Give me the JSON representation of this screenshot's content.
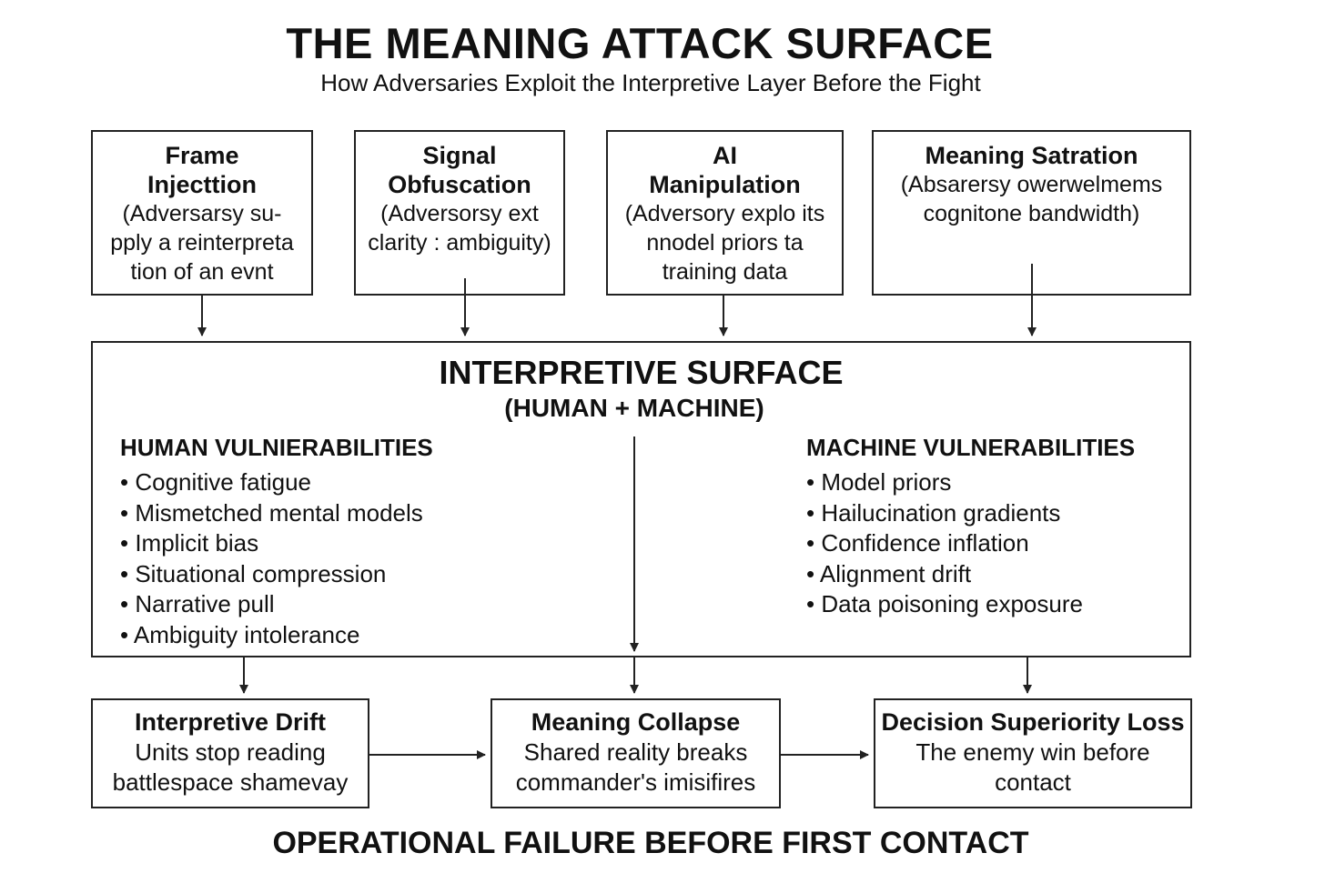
{
  "title": "THE MEANING ATTACK SURFACE",
  "subtitle": "How Adversaries Exploit the Interpretive Layer Before the Fight",
  "attack_vectors": [
    {
      "title": "Frame Injecttion",
      "desc": "(Adversarsy su- pply a reinterpreta tion of an evnt"
    },
    {
      "title": "Signal Obfuscation",
      "desc": "(Adversorsy ext clarity : ambiguity)"
    },
    {
      "title": "AI Manipulation",
      "desc": "(Adversory explo its nnodel priors ta training data"
    },
    {
      "title": "Meaning Satration",
      "desc": "(Absarersy owerwelmems cognitone bandwidth)"
    }
  ],
  "surface": {
    "title": "INTERPRETIVE SURFACE",
    "subtitle": "(HUMAN + MACHINE)",
    "human": {
      "heading": "HUMAN VULNIERABILITIES",
      "items": [
        "Cognitive fatigue",
        "Mismetched mental models",
        "Implicit bias",
        "Situational compression",
        "Narrative pull",
        "Ambiguity intolerance"
      ]
    },
    "machine": {
      "heading": "MACHINE VULNERABILITIES",
      "items": [
        "Model priors",
        "Hailucination gradients",
        "Confidence inflation",
        "Alignment drift",
        "Data poisoning  exposure"
      ]
    }
  },
  "outcomes": [
    {
      "title": "Interpretive Drift",
      "desc": "Units stop reading battlespace shamevay"
    },
    {
      "title": "Meaning Collapse",
      "desc": "Shared reality breaks commander's imisifires"
    },
    {
      "title": "Decision Superiority Loss",
      "desc": "The enemy win before contact"
    }
  ],
  "footer": "OPERATIONAL FAILURE BEFORE FIRST CONTACT"
}
